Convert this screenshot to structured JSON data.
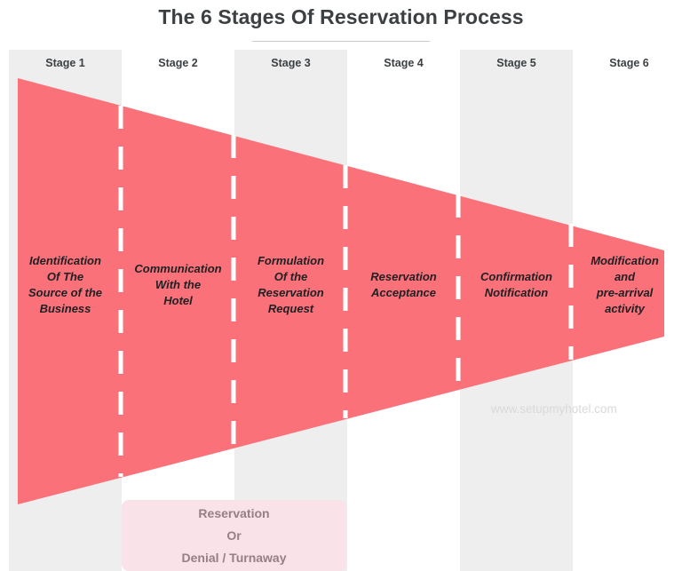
{
  "title": "The 6 Stages Of Reservation Process",
  "watermark": "www.setupmyhotel.com",
  "colors": {
    "funnel": "#FA7179",
    "band_shaded": "#EEEEEE",
    "band_plain": "#FFFFFF",
    "title_text": "#3C4043",
    "stage_text": "#202124",
    "outcome_bg": "#F9E2E8",
    "outcome_text": "#948086",
    "watermark_text": "#D9D9D9",
    "divider_dash": "#FFFFFF"
  },
  "stages": [
    {
      "header": "Stage 1",
      "label": "Identification\nOf The\nSource of the\nBusiness"
    },
    {
      "header": "Stage 2",
      "label": "Communication\nWith the\nHotel"
    },
    {
      "header": "Stage 3",
      "label": "Formulation\nOf the\nReservation\nRequest"
    },
    {
      "header": "Stage 4",
      "label": "Reservation\nAcceptance"
    },
    {
      "header": "Stage 5",
      "label": "Confirmation\nNotification"
    },
    {
      "header": "Stage 6",
      "label": "Modification\nand\npre-arrival\nactivity"
    }
  ],
  "outcome": {
    "text": "Reservation\nOr\nDenial / Turnaway"
  },
  "chart_data": {
    "type": "funnel",
    "title": "The 6 Stages Of Reservation Process",
    "orientation": "horizontal",
    "direction": "left-to-right-narrowing",
    "stages": [
      "Identification Of The Source of the Business",
      "Communication With the Hotel",
      "Formulation Of the Reservation Request",
      "Reservation Acceptance",
      "Confirmation Notification",
      "Modification and pre-arrival activity"
    ],
    "stage_headers": [
      "Stage 1",
      "Stage 2",
      "Stage 3",
      "Stage 4",
      "Stage 5",
      "Stage 6"
    ],
    "legend": "",
    "annotations": [
      "Reservation Or Denial / Turnaway",
      "www.setupmyhotel.com"
    ]
  }
}
